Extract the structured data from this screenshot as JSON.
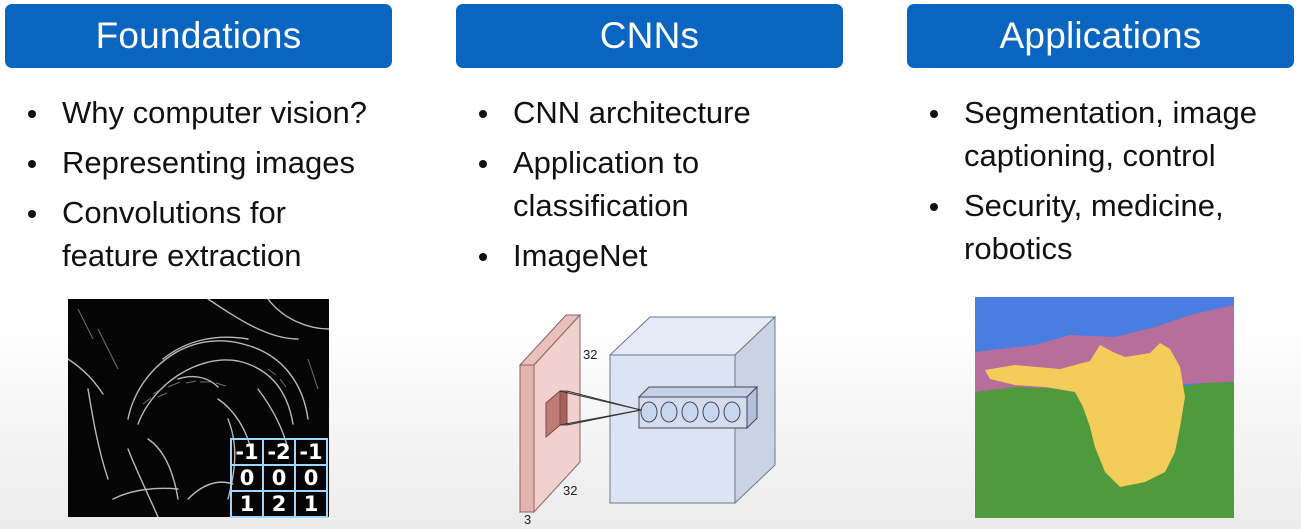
{
  "columns": [
    {
      "header": "Foundations",
      "bullets": [
        "Why computer vision?",
        "Representing images",
        "Convolutions for feature extraction"
      ]
    },
    {
      "header": "CNNs",
      "bullets": [
        "CNN architecture",
        "Application to classification",
        "ImageNet"
      ]
    },
    {
      "header": "Applications",
      "bullets": [
        "Segmentation, image captioning, control",
        "Security, medicine, robotics"
      ]
    }
  ],
  "kernel": [
    [
      "-1",
      "-2",
      "-1"
    ],
    [
      "0",
      "0",
      "0"
    ],
    [
      "1",
      "2",
      "1"
    ]
  ],
  "cnn_diagram": {
    "height_label": "32",
    "width_label": "32",
    "depth_label": "3"
  },
  "colors": {
    "header_bg": "#0a65c0",
    "sky": "#4a7de0",
    "mountain": "#b86e9a",
    "grass": "#4f9a3c",
    "cat": "#f4cc5a"
  }
}
